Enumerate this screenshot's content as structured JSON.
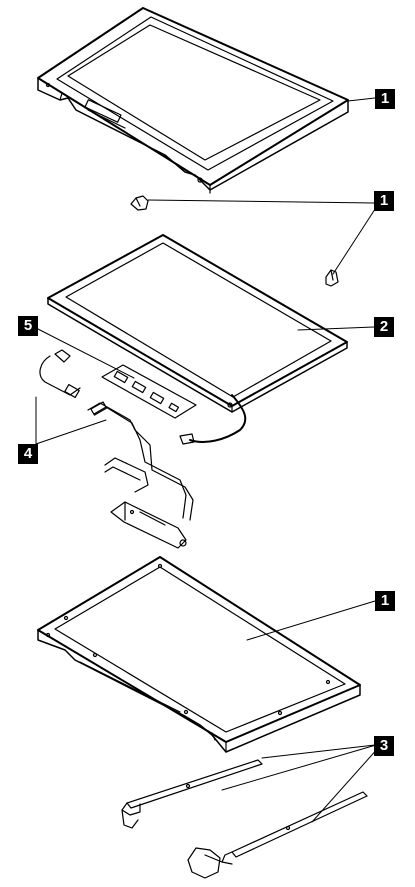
{
  "diagram": {
    "callouts": {
      "bezel": "1",
      "latches": "1",
      "lcd_panel": "2",
      "hinges": "3",
      "cable": "4",
      "inverter": "5",
      "rear_cover": "1"
    },
    "colors": {
      "line": "#000000",
      "background": "#ffffff",
      "callout_fill": "#000000",
      "callout_text": "#ffffff"
    }
  }
}
